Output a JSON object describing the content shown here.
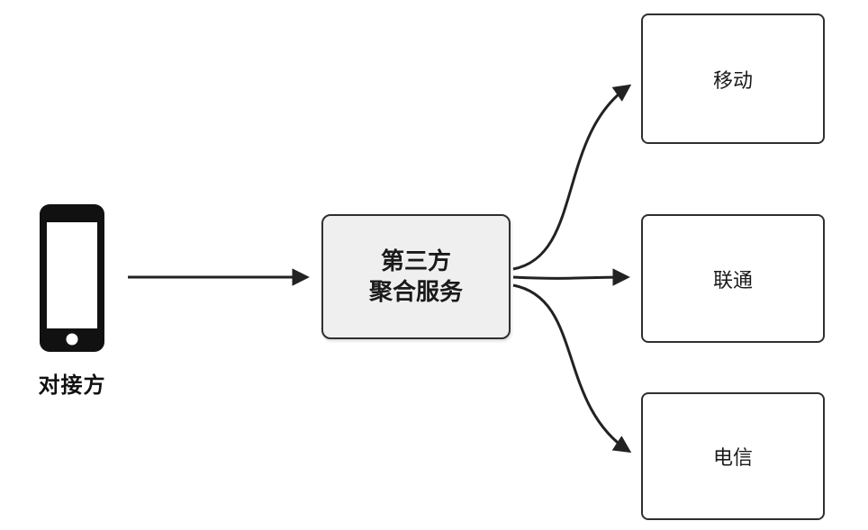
{
  "diagram": {
    "source": {
      "label": "对接方",
      "icon": "smartphone-icon"
    },
    "hub": {
      "label_line1": "第三方",
      "label_line2": "聚合服务"
    },
    "targets": [
      {
        "id": "mobile",
        "label": "移动"
      },
      {
        "id": "unicom",
        "label": "联通"
      },
      {
        "id": "telecom",
        "label": "电信"
      }
    ],
    "edges": [
      {
        "from": "source",
        "to": "hub"
      },
      {
        "from": "hub",
        "to": "mobile"
      },
      {
        "from": "hub",
        "to": "unicom"
      },
      {
        "from": "hub",
        "to": "telecom"
      }
    ],
    "colors": {
      "edge_stroke": "#222222",
      "hub_fill": "#efefef",
      "box_border": "#2f2f2f",
      "background": "#ffffff",
      "phone_fill": "#111111"
    }
  }
}
